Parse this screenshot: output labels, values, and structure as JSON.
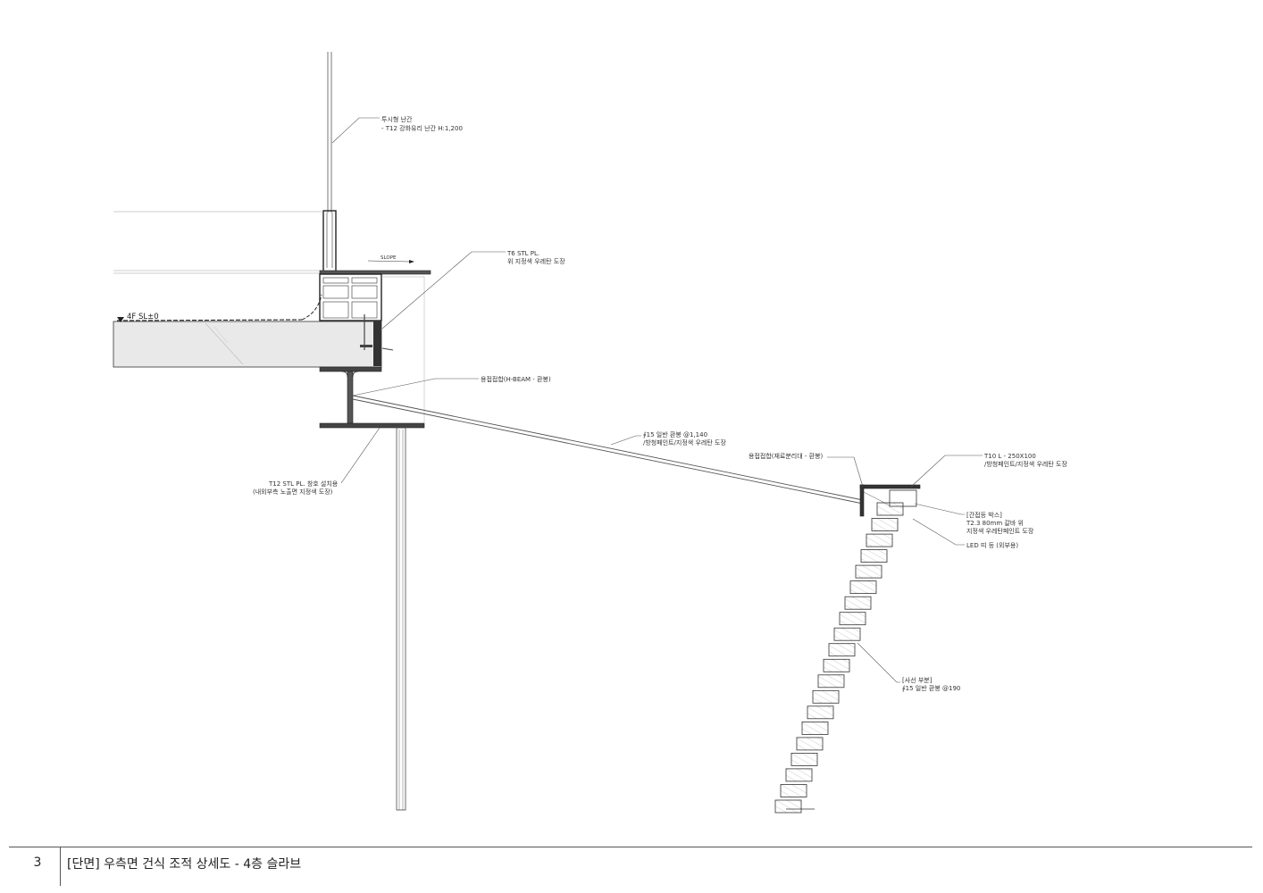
{
  "labels": {
    "glass_railing_line1": "투시형 난간",
    "glass_railing_line2": "- T12 강화유리 난간 H:1,200",
    "slope": "SLOPE",
    "t6_plate_line1": "T6 STL PL.",
    "t6_plate_line2": "위 지정색 우레탄 도장",
    "floor_level": "4F SL±0",
    "weld_hbeam": "용접접합(H-BEAM - 환봉)",
    "rod_line1": "∮15 일반 환봉 @1,140",
    "rod_line2": "/방청페인트/지정색 우레탄 도장",
    "weld_separator": "용접접합(재료분리대 - 환봉)",
    "angle_line1": "T10 L - 250X100",
    "angle_line2": "/방청페인트/지정색 우레탄 도장",
    "t12_plate_line1": "T12 STL PL. 창호 설치용",
    "t12_plate_line2": "(내외부측 노출면 지정색 도장)",
    "lightbox_line1": "[간접등 박스]",
    "lightbox_line2": "T2.3 80mm 갈바 위",
    "lightbox_line3": "지정색 우레탄페인트 도장",
    "led": "LED 띠 등 (외부용)",
    "diagonal_line1": "[사선 부분]",
    "diagonal_line2": "∮15 일반 환봉 @190"
  },
  "footer": {
    "sheet_number": "3",
    "title": "[단면] 우측면 건식 조적 상세도 - 4층 슬라브"
  }
}
